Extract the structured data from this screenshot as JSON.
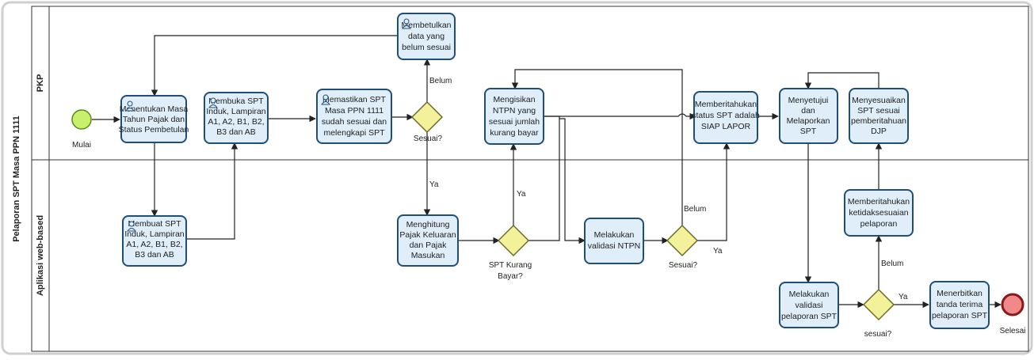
{
  "pool": {
    "title": "Pelaporan SPT Masa PPN 1111"
  },
  "lanes": [
    {
      "name": "PKP"
    },
    {
      "name": "Aplikasi web-based"
    }
  ],
  "events": {
    "start": "Mulai",
    "end": "Selesai"
  },
  "tasks": {
    "t1": [
      "Menentukan Masa",
      "Tahun Pajak dan",
      "Status Pembetulan"
    ],
    "t2": [
      "Membuat SPT",
      "Induk, Lampiran",
      "A1, A2, B1, B2,",
      "B3 dan AB"
    ],
    "t3": [
      "Membuka SPT",
      "Induk, Lampiran",
      "A1, A2, B1, B2,",
      "B3 dan AB"
    ],
    "t4": [
      "Memastikan SPT",
      "Masa PPN 1111",
      "sudah sesuai dan",
      "melengkapi SPT"
    ],
    "t5": [
      "Membetulkan",
      "data yang",
      "belum sesuai"
    ],
    "t6": [
      "Menghitung",
      "Pajak Keluaran",
      "dan Pajak",
      "Masukan"
    ],
    "t7": [
      "Mengisikan",
      "NTPN yang",
      "sesuai jumlah",
      "kurang bayar"
    ],
    "t8": [
      "Melakukan",
      "validasi NTPN"
    ],
    "t9": [
      "Memberitahukan",
      "status SPT adalah",
      "SIAP LAPOR"
    ],
    "t10": [
      "Menyetujui",
      "dan",
      "Melaporkan",
      "SPT"
    ],
    "t11": [
      "Menyesuaikan",
      "SPT sesuai",
      "pemberitahuan",
      "DJP"
    ],
    "t12": [
      "Memberitahukan",
      "ketidaksesuaian",
      "pelaporan"
    ],
    "t13": [
      "Melakukan",
      "validasi",
      "pelaporan SPT"
    ],
    "t14": [
      "Menerbitkan",
      "tanda terima",
      "pelaporan SPT"
    ]
  },
  "gateways": {
    "g1": "Sesuai?",
    "g2": [
      "SPT Kurang",
      "Bayar?"
    ],
    "g3": "Sesuai?",
    "g4": "sesuai?"
  },
  "flow_labels": {
    "g1_no": "Belum",
    "g1_yes": "Ya",
    "g2_yes": "Ya",
    "g3_no": "Belum",
    "g3_yes": "Ya",
    "g4_no": "Belum",
    "g4_yes": "Ya"
  },
  "colors": {
    "task_fill": "#dfeef9",
    "task_stroke": "#1f4e79",
    "gateway_fill": "#f3f19a",
    "start_fill": "#c9f06a",
    "end_fill": "#f08a8a"
  }
}
